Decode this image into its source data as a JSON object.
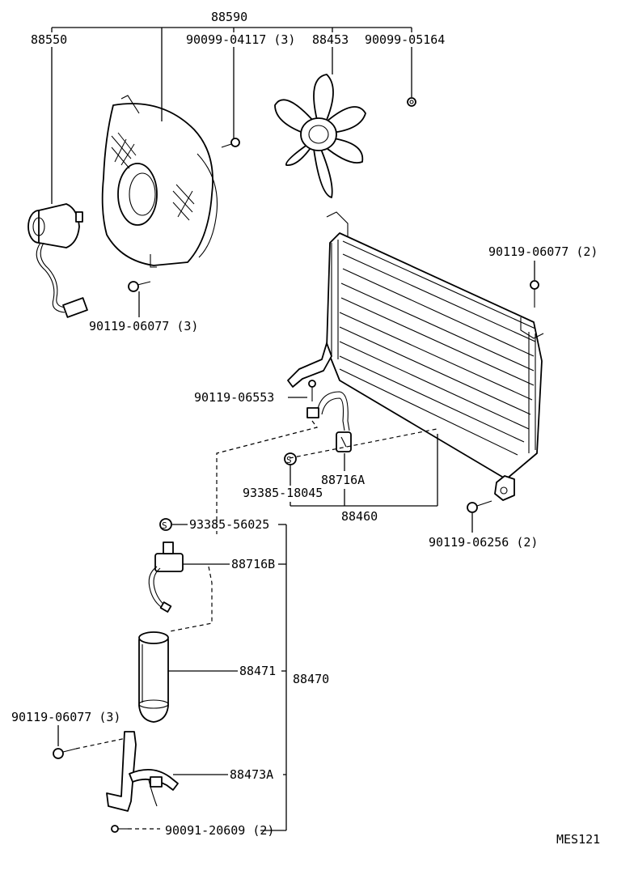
{
  "diagram_code": "MES121",
  "callouts": {
    "fan_assembly": "88590",
    "fan_motor": "88550",
    "shroud_screw": "90099-04117 (3)",
    "fan_blade": "88453",
    "fan_nut": "90099-05164",
    "condenser_bolt_upper": "90119-06077 (2)",
    "shroud_bolt": "90119-06077 (3)",
    "pipe_bolt": "90119-06553",
    "o_ring_condenser": "93385-18045",
    "pressure_switch_a": "88716A",
    "condenser_assembly": "88460",
    "condenser_bolt_lower": "90119-06256 (2)",
    "o_ring_receiver": "93385-56025",
    "pressure_switch_b": "88716B",
    "receiver": "88471",
    "receiver_assembly": "88470",
    "bracket_bolt": "90119-06077 (3)",
    "receiver_bracket": "88473A",
    "bracket_screw": "90091-20609 (2)"
  }
}
